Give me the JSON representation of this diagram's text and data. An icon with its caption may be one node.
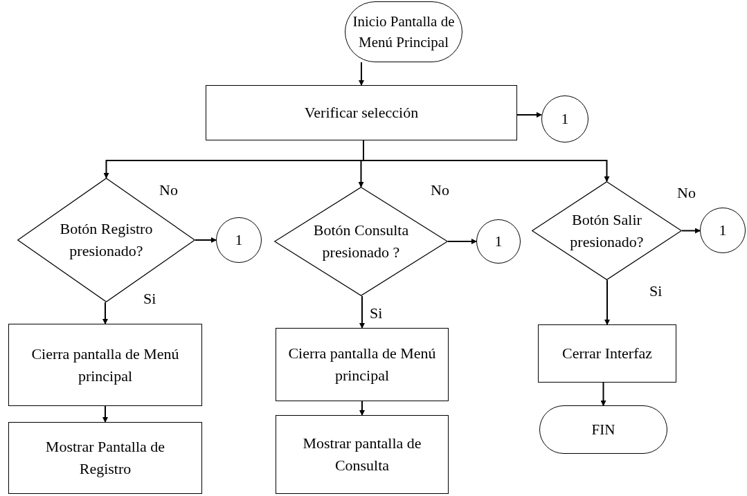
{
  "diagram": {
    "nodes": [
      {
        "text": [
          "Inicio Pantalla de Menú Principal"
        ]
      },
      {
        "text": [
          "Verificar selección"
        ]
      },
      {
        "text": [
          "1"
        ]
      },
      {
        "text": [
          "Botón Registro presionado?"
        ]
      },
      {
        "text": [
          "1"
        ]
      },
      {
        "text": [
          "Botón Consulta presionado ?"
        ]
      },
      {
        "text": [
          "1"
        ]
      },
      {
        "text": [
          "Botón Salir presionado?"
        ]
      },
      {
        "text": [
          "1"
        ]
      },
      {
        "text": [
          "Cierra pantalla de Menú principal"
        ]
      },
      {
        "text": [
          "Mostrar Pantalla de Registro"
        ]
      },
      {
        "text": [
          "Cierra pantalla de Menú principal"
        ]
      },
      {
        "text": [
          "Mostrar pantalla de Consulta"
        ]
      },
      {
        "text": [
          "Cerrar Interfaz"
        ]
      },
      {
        "text": [
          "FIN"
        ]
      }
    ],
    "edges": [
      {
        "from": 0,
        "to": 1,
        "arrow": "to"
      },
      {
        "from": 1,
        "to": 2,
        "arrow": "to"
      },
      {
        "from": 1,
        "to": 3,
        "arrow": "to"
      },
      {
        "from": 1,
        "to": 5,
        "arrow": "to"
      },
      {
        "from": 1,
        "to": 7,
        "arrow": "to"
      },
      {
        "from": 3,
        "to": 4,
        "arrow": "to",
        "label": "No"
      },
      {
        "from": 5,
        "to": 6,
        "arrow": "to",
        "label": "No"
      },
      {
        "from": 7,
        "to": 8,
        "arrow": "to",
        "label": "No"
      },
      {
        "from": 3,
        "to": 9,
        "arrow": "to",
        "label": "Si"
      },
      {
        "from": 5,
        "to": 11,
        "arrow": "to",
        "label": "Si"
      },
      {
        "from": 7,
        "to": 13,
        "arrow": "to",
        "label": "Si"
      },
      {
        "from": 9,
        "to": 10,
        "arrow": "to"
      },
      {
        "from": 11,
        "to": 12,
        "arrow": "to"
      },
      {
        "from": 13,
        "to": 14,
        "arrow": "to"
      }
    ]
  }
}
